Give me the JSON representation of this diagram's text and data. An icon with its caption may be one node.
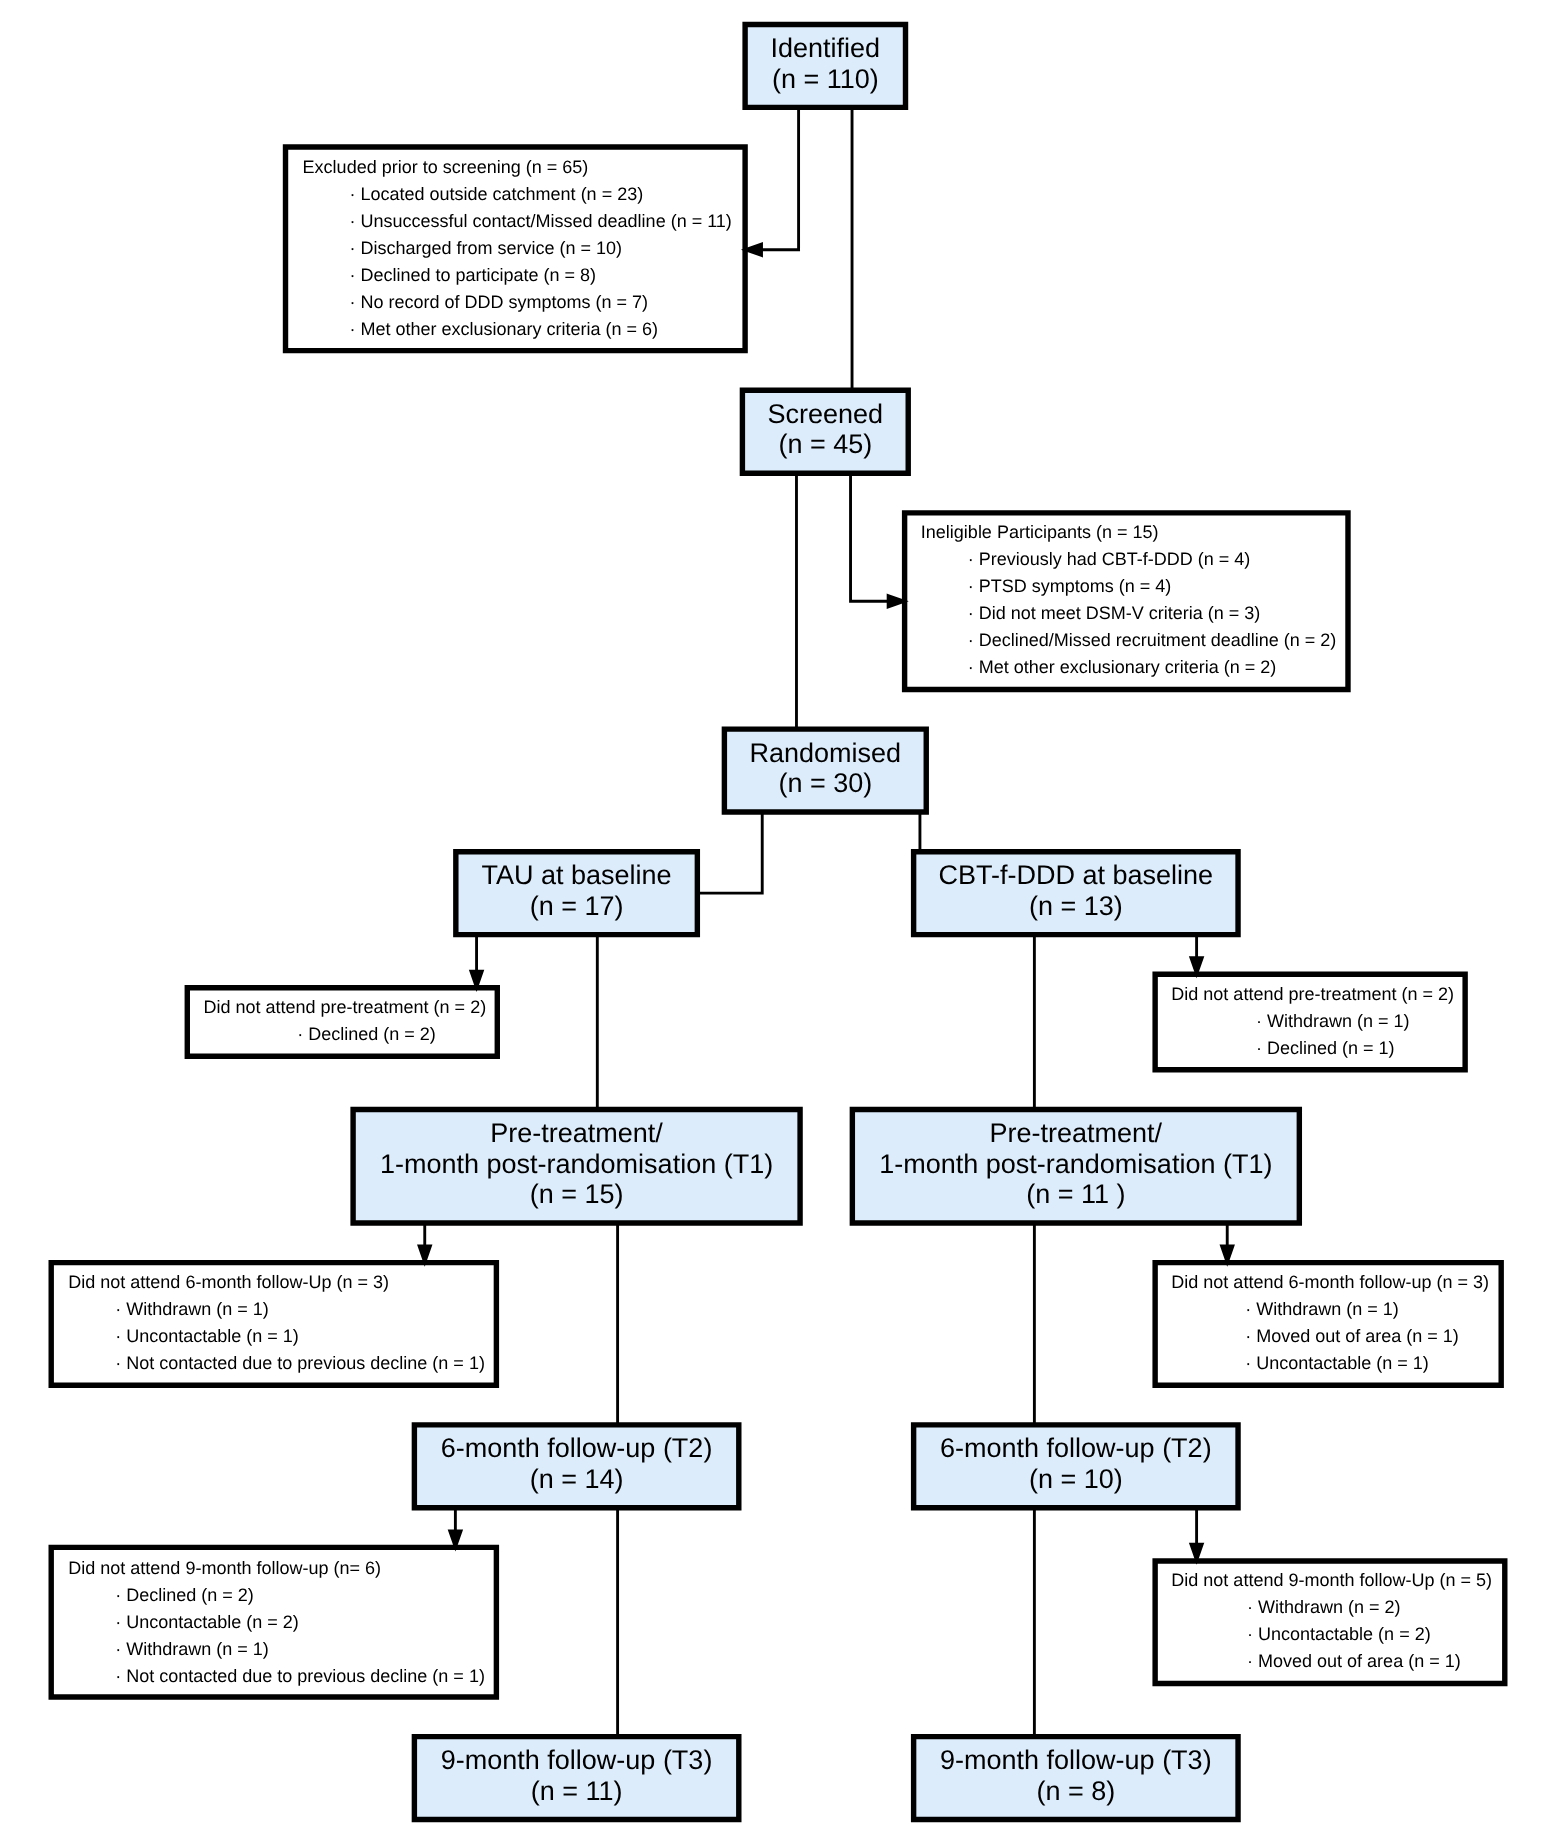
{
  "diagram": {
    "nodes": [
      {
        "text": [
          "Identified",
          "(n = 110)"
        ]
      },
      {
        "text": [
          "Excluded prior to screening (n = 65)",
          "· Located outside catchment (n = 23)",
          "· Unsuccessful contact/Missed deadline (n = 11)",
          "· Discharged from service (n = 10)",
          "· Declined to participate (n = 8)",
          "· No record of DDD symptoms (n = 7)",
          "· Met other exclusionary criteria (n = 6)"
        ]
      },
      {
        "text": [
          "Screened",
          "(n = 45)"
        ]
      },
      {
        "text": [
          "Ineligible Participants (n = 15)",
          "· Previously had CBT-f-DDD (n = 4)",
          "· PTSD symptoms (n = 4)",
          "· Did not meet DSM-V criteria (n = 3)",
          "· Declined/Missed recruitment deadline (n = 2)",
          "· Met other exclusionary criteria (n = 2)"
        ]
      },
      {
        "text": [
          "Randomised",
          "(n = 30)"
        ]
      },
      {
        "text": [
          "TAU at baseline",
          "(n = 17)"
        ]
      },
      {
        "text": [
          "CBT-f-DDD at baseline",
          "(n = 13)"
        ]
      },
      {
        "text": [
          "Did not attend pre-treatment (n = 2)",
          "· Declined (n = 2)"
        ]
      },
      {
        "text": [
          "Did not attend pre-treatment (n = 2)",
          "· Withdrawn (n = 1)",
          "· Declined (n = 1)"
        ]
      },
      {
        "text": [
          "Pre-treatment/ 1-month post-randomisation (T1)",
          "(n = 15)"
        ]
      },
      {
        "text": [
          "Pre-treatment/ 1-month post-randomisation (T1)",
          "(n = 11 )"
        ]
      },
      {
        "text": [
          "Did not attend 6-month follow-Up (n = 3)",
          "· Withdrawn (n = 1)",
          "· Uncontactable (n = 1)",
          "· Not contacted due to previous decline (n = 1)"
        ]
      },
      {
        "text": [
          "Did not attend 6-month follow-up (n = 3)",
          "· Withdrawn (n = 1)",
          "· Moved out of area (n = 1)",
          "· Uncontactable (n = 1)"
        ]
      },
      {
        "text": [
          "6-month follow-up (T2)",
          "(n = 14)"
        ]
      },
      {
        "text": [
          "6-month follow-up (T2)",
          "(n = 10)"
        ]
      },
      {
        "text": [
          "Did not attend 9-month follow-up (n= 6)",
          "· Declined (n = 2)",
          "· Uncontactable (n = 2)",
          "· Withdrawn (n = 1)",
          "· Not contacted due to previous decline (n = 1)"
        ]
      },
      {
        "text": [
          "Did not attend 9-month follow-Up (n = 5)",
          "· Withdrawn (n = 2)",
          "· Uncontactable (n = 2)",
          "· Moved out of area (n = 1)"
        ]
      },
      {
        "text": [
          "9-month follow-up (T3)",
          "(n = 11)"
        ]
      },
      {
        "text": [
          "9-month follow-up (T3)",
          "(n = 8)"
        ]
      }
    ],
    "edges": [
      {
        "from": 0,
        "to": 1,
        "arrow": "to"
      },
      {
        "from": 0,
        "to": 2,
        "arrow": "none"
      },
      {
        "from": 2,
        "to": 4,
        "arrow": "none"
      },
      {
        "from": 2,
        "to": 3,
        "arrow": "to"
      },
      {
        "from": 4,
        "to": 5,
        "arrow": "none"
      },
      {
        "from": 4,
        "to": 6,
        "arrow": "none"
      },
      {
        "from": 5,
        "to": 7,
        "arrow": "to"
      },
      {
        "from": 5,
        "to": 9,
        "arrow": "none"
      },
      {
        "from": 6,
        "to": 10,
        "arrow": "none"
      },
      {
        "from": 6,
        "to": 8,
        "arrow": "to"
      },
      {
        "from": 9,
        "to": 11,
        "arrow": "to"
      },
      {
        "from": 9,
        "to": 13,
        "arrow": "none"
      },
      {
        "from": 10,
        "to": 14,
        "arrow": "none"
      },
      {
        "from": 10,
        "to": 12,
        "arrow": "to"
      },
      {
        "from": 13,
        "to": 15,
        "arrow": "to"
      },
      {
        "from": 13,
        "to": 17,
        "arrow": "none"
      },
      {
        "from": 14,
        "to": 18,
        "arrow": "none"
      },
      {
        "from": 14,
        "to": 16,
        "arrow": "to"
      }
    ]
  }
}
